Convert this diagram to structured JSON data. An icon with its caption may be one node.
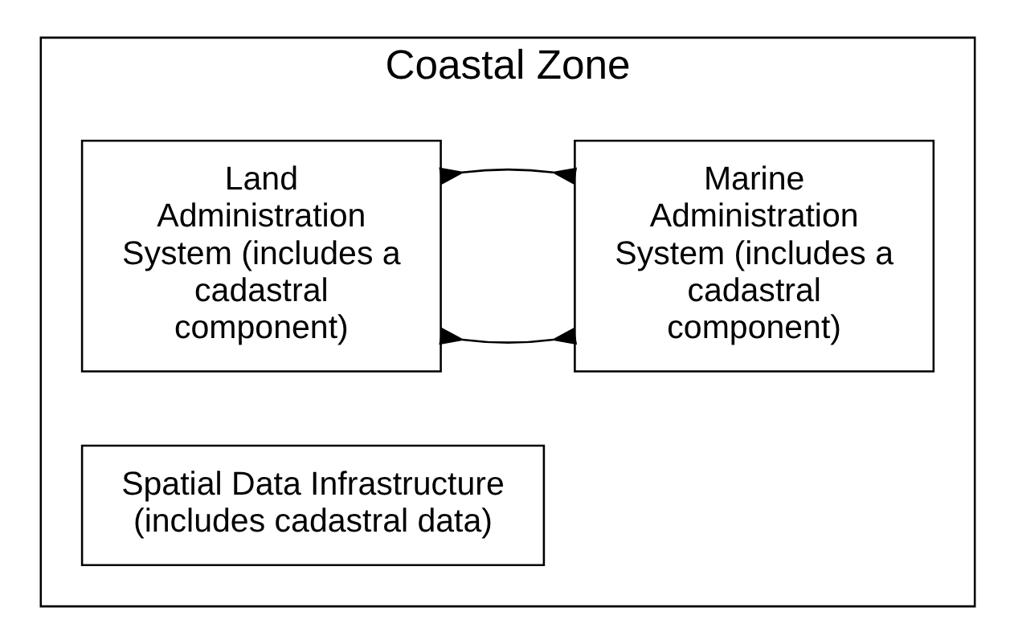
{
  "diagram": {
    "nodes": [
      {
        "text": [
          "Coastal Zone"
        ]
      },
      {
        "text": [
          "Land Administration System (includes a cadastral component)"
        ],
        "in": 0
      },
      {
        "text": [
          "Marine Administration System (includes a cadastral component)"
        ],
        "in": 0
      },
      {
        "text": [
          "Spatial Data Infrastructure (includes cadastral data)"
        ],
        "in": 0
      }
    ],
    "edges": [
      {
        "from": 1,
        "to": 2,
        "arrow": "other"
      },
      {
        "from": 1,
        "to": 2,
        "arrow": "other"
      }
    ]
  }
}
